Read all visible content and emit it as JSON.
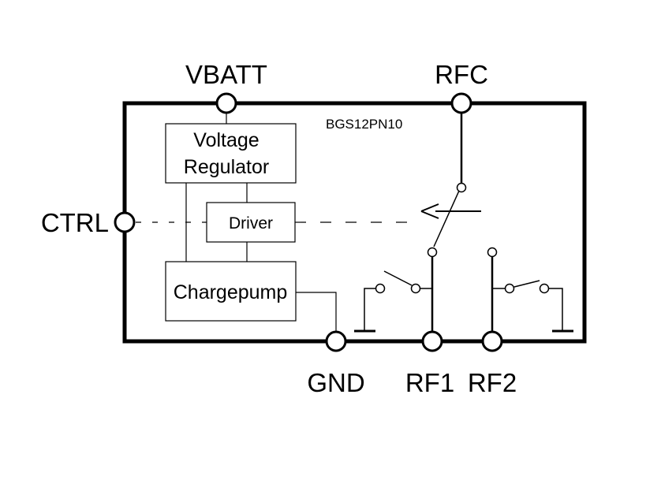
{
  "chip": {
    "part_number": "BGS12PN10"
  },
  "pins": {
    "vbatt": "VBATT",
    "rfc": "RFC",
    "ctrl": "CTRL",
    "gnd": "GND",
    "rf1": "RF1",
    "rf2": "RF2"
  },
  "blocks": {
    "regulator_line1": "Voltage",
    "regulator_line2": "Regulator",
    "driver": "Driver",
    "chargepump": "Chargepump"
  },
  "colors": {
    "line": "#000000",
    "background": "#ffffff"
  }
}
